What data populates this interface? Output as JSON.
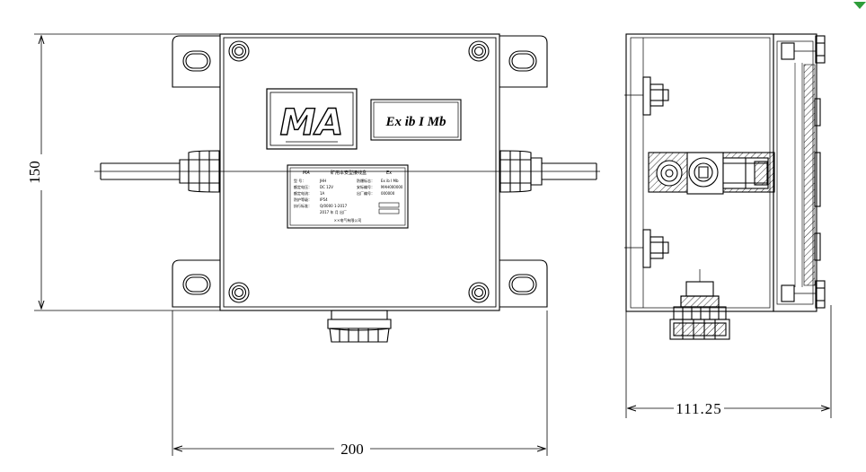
{
  "dimensions": {
    "width_label": "200",
    "height_label": "150",
    "depth_label": "111.25"
  },
  "front_view": {
    "logo_text": "MA",
    "marking_text": "Ex ib I Mb",
    "plate": {
      "header_left": "MA",
      "header_title": "矿用本安型接线盒",
      "header_right": "Ex",
      "left_rows": [
        "型 号：",
        "额定电压：",
        "额定电流：",
        "防护等级：",
        "执行标准：",
        ""
      ],
      "left_values": [
        "JHH",
        "DC 12V",
        "1A",
        "IP54",
        "Q/0000 1-2017",
        "2017 年 月 出厂"
      ],
      "right_rows": [
        "防爆标志：",
        "安标编号：",
        "出厂编号：",
        "",
        ""
      ],
      "right_values": [
        "Ex ib I Mb",
        "MAH000000",
        "000000",
        "",
        ""
      ],
      "footer": "××电气有限公司"
    }
  },
  "colors": {
    "line": "#000000",
    "background": "#ffffff",
    "corner_mark": "#2e9d3a"
  }
}
